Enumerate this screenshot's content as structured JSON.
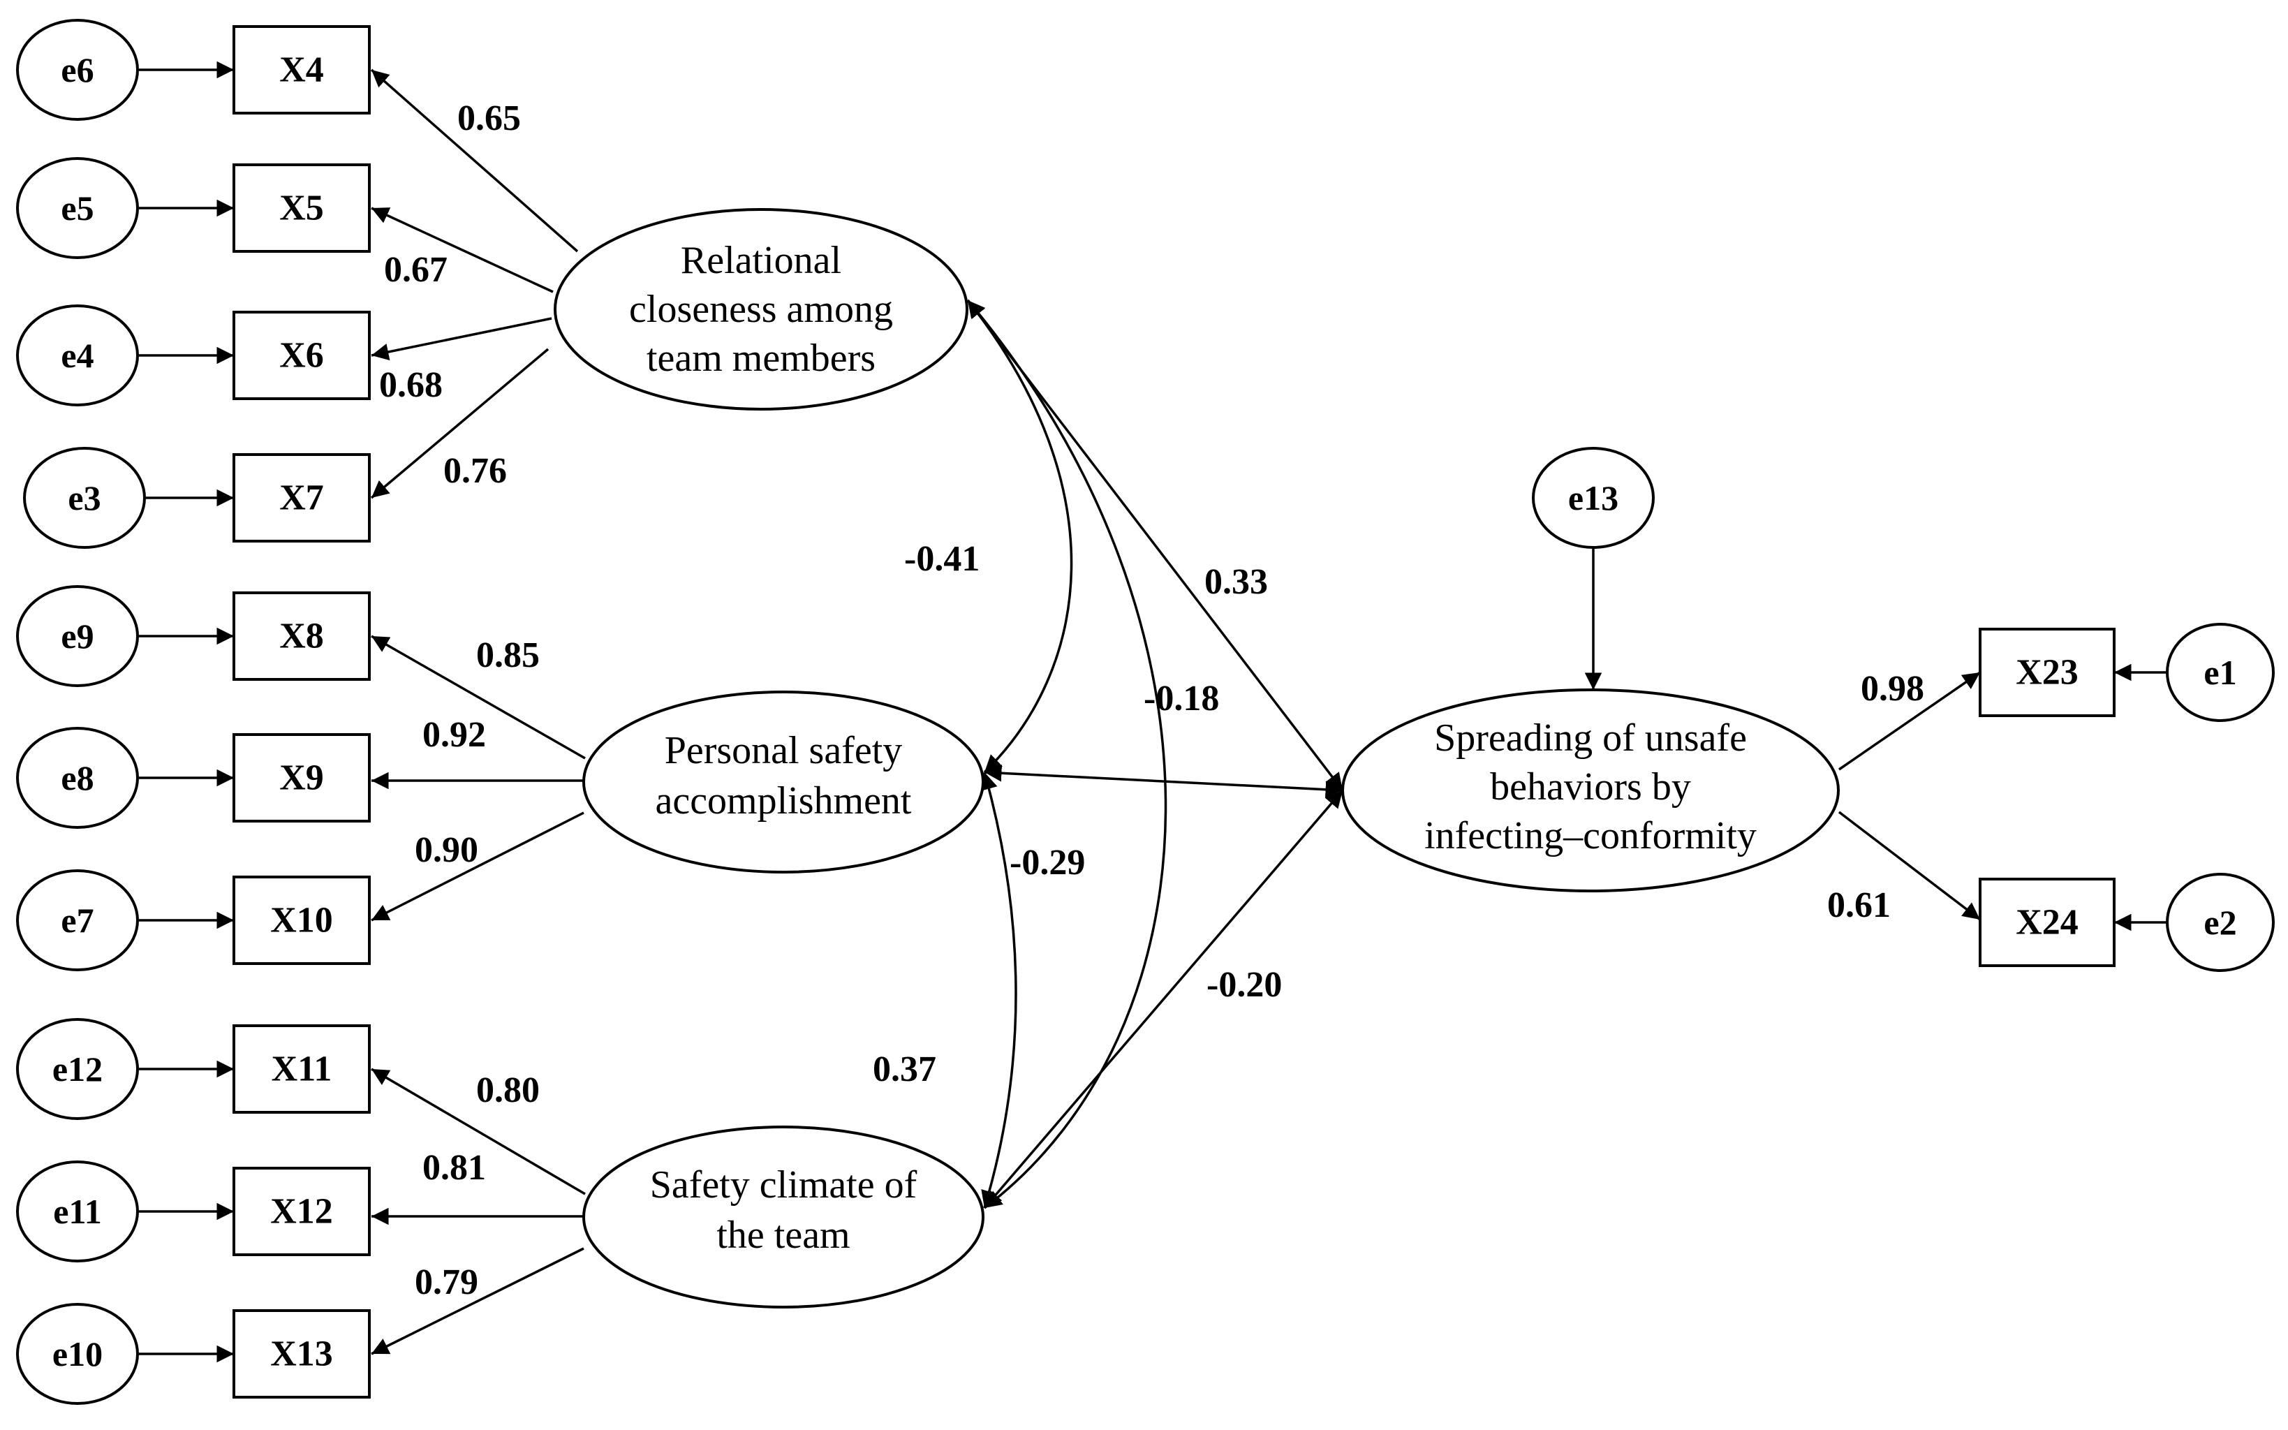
{
  "latents": {
    "relational": [
      "Relational",
      "closeness among",
      "team members"
    ],
    "personal": [
      "Personal safety",
      "accomplishment"
    ],
    "climate": [
      "Safety climate of",
      "the team"
    ],
    "spreading": [
      "Spreading of unsafe",
      "behaviors by",
      "infecting–conformity"
    ]
  },
  "indicators": {
    "x4": "X4",
    "x5": "X5",
    "x6": "X6",
    "x7": "X7",
    "x8": "X8",
    "x9": "X9",
    "x10": "X10",
    "x11": "X11",
    "x12": "X12",
    "x13": "X13",
    "x23": "X23",
    "x24": "X24"
  },
  "errors": {
    "e1": "e1",
    "e2": "e2",
    "e3": "e3",
    "e4": "e4",
    "e5": "e5",
    "e6": "e6",
    "e7": "e7",
    "e8": "e8",
    "e9": "e9",
    "e10": "e10",
    "e11": "e11",
    "e12": "e12",
    "e13": "e13"
  },
  "loadings": {
    "x4": "0.65",
    "x5": "0.67",
    "x6": "0.68",
    "x7": "0.76",
    "x8": "0.85",
    "x9": "0.92",
    "x10": "0.90",
    "x11": "0.80",
    "x12": "0.81",
    "x13": "0.79",
    "x23": "0.98",
    "x24": "0.61"
  },
  "paths": {
    "relational_personal": "-0.41",
    "relational_climate": "-0.18",
    "personal_climate": "-0.29",
    "relational_spreading": "0.33",
    "climate_spreading": "-0.20",
    "personal_spreading": "0.37"
  }
}
